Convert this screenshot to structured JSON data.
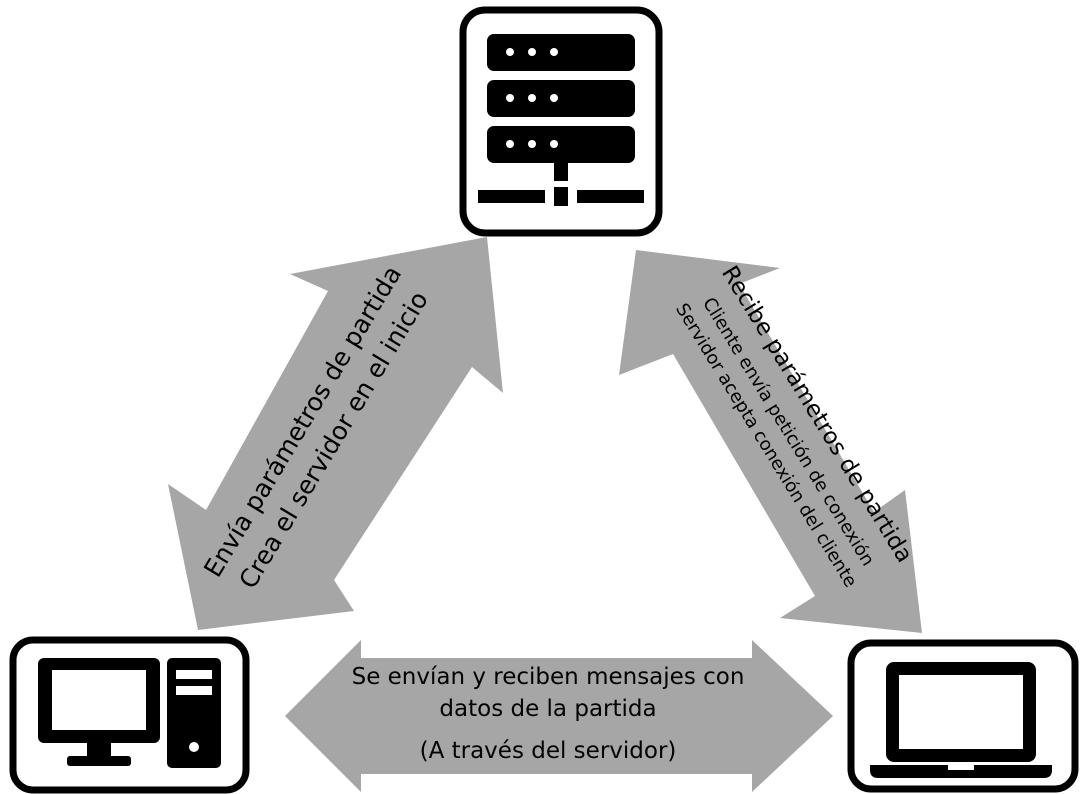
{
  "colors": {
    "arrow": "#a6a6a6",
    "icon": "#000000",
    "box_border": "#000000",
    "box_fill": "#ffffff",
    "background": "#ffffff"
  },
  "nodes": {
    "server": {
      "icon": "server-rack-icon"
    },
    "desktop": {
      "icon": "desktop-computer-icon"
    },
    "laptop": {
      "icon": "laptop-icon"
    }
  },
  "arrows": {
    "left": {
      "line1": "Envía parámetros de partida",
      "line2": "Crea el servidor en el inicio"
    },
    "right": {
      "title": "Recibe parámetros de partida",
      "line1": "Cliente envía petición de conexión",
      "line2": "Servidor acepta conexión del cliente"
    },
    "bottom": {
      "line1": "Se envían y reciben mensajes con",
      "line2": "datos de la partida",
      "line3": "(A través del servidor)"
    }
  }
}
